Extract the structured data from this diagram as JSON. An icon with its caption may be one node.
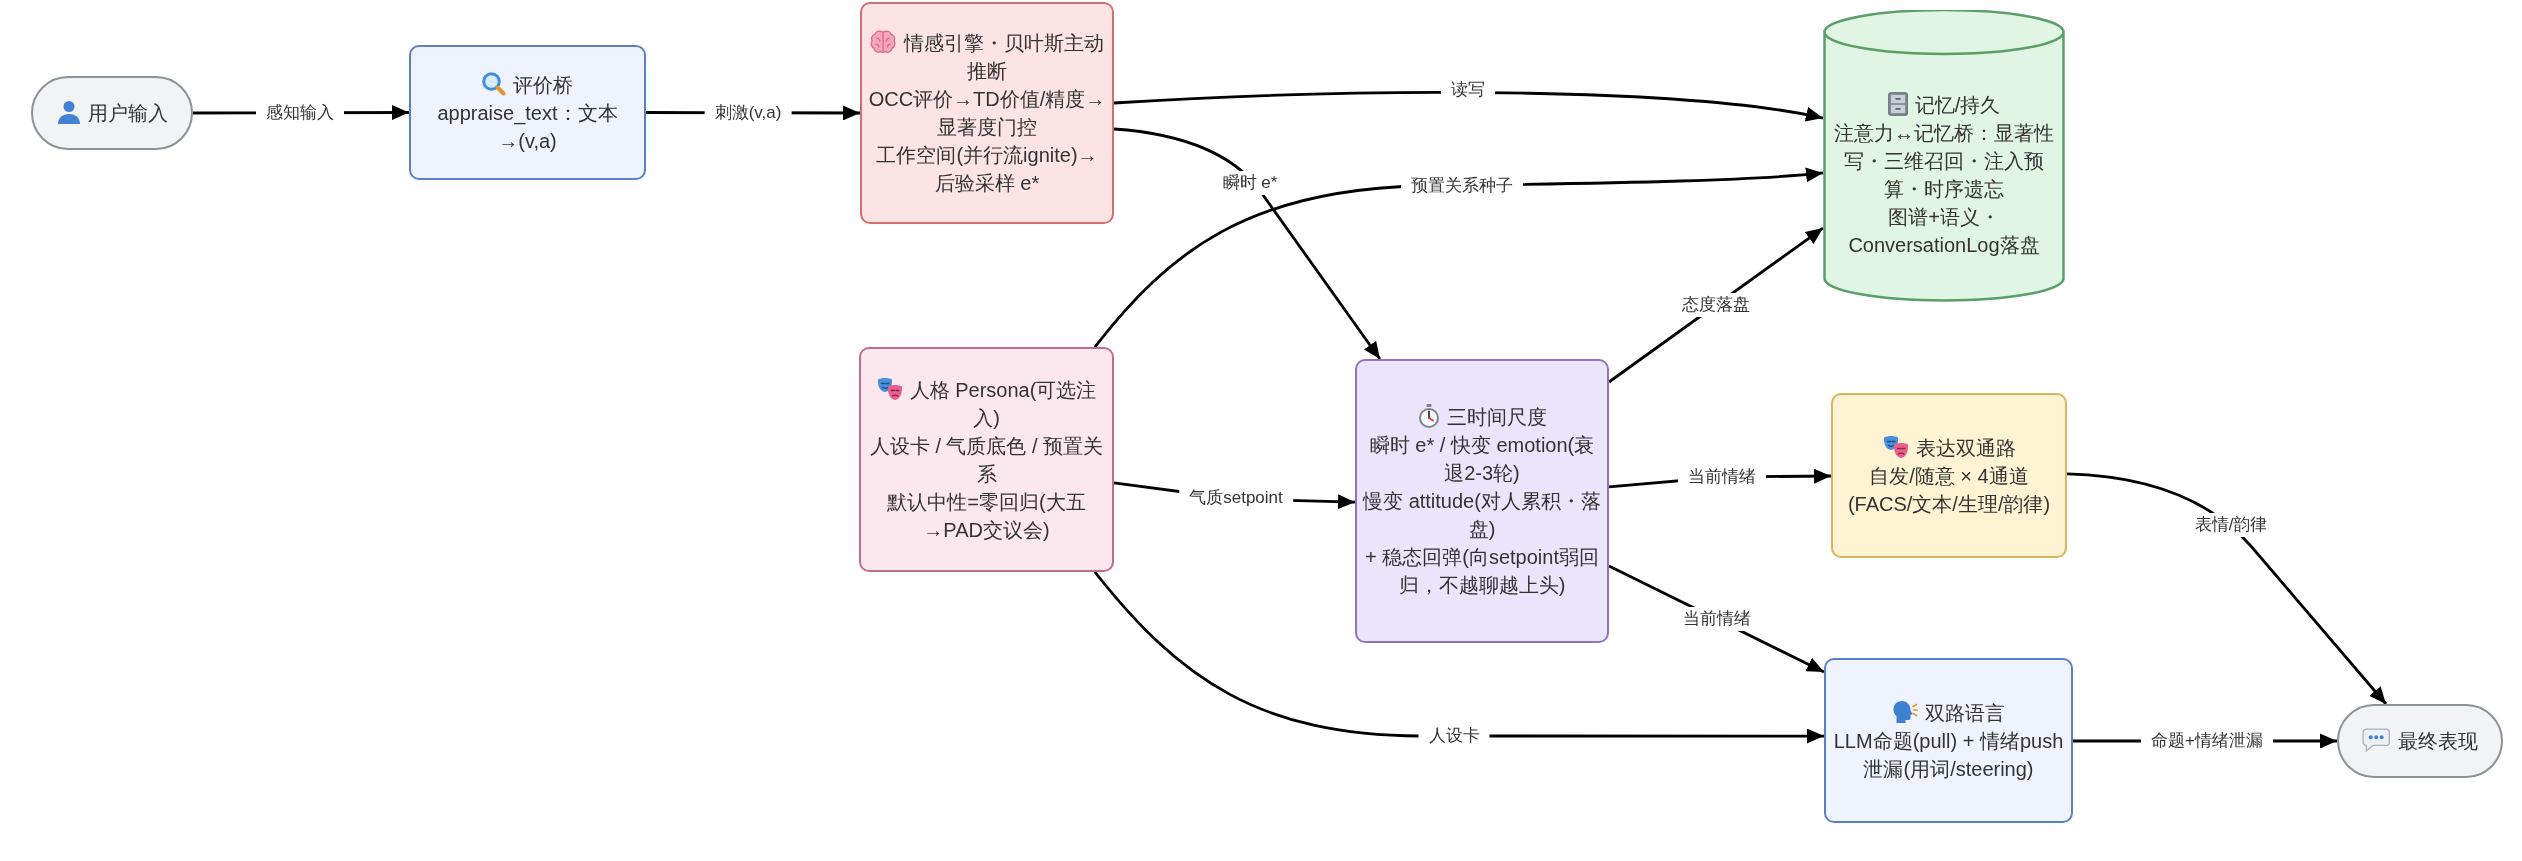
{
  "diagram": {
    "nodes": [
      {
        "text": [
          "用户输入"
        ]
      },
      {
        "text": [
          "评价桥",
          "appraise_text：文本→(v,a)"
        ]
      },
      {
        "text": [
          "情感引擎・贝叶斯主动推断",
          "OCC评价→TD价值/精度→显著度门控",
          "工作空间(并行流ignite)→后验采样 e*"
        ]
      },
      {
        "text": [
          "记忆/持久",
          "注意力↔记忆桥：显著性写・三维召回・注入预算・时序遗忘",
          "图谱+语义・ConversationLog落盘"
        ]
      },
      {
        "text": [
          "人格 Persona(可选注入)",
          "人设卡 / 气质底色 / 预置关系",
          "默认中性=零回归(大五→PAD交议会)"
        ]
      },
      {
        "text": [
          "三时间尺度",
          "瞬时 e* / 快变 emotion(衰退2-3轮)",
          "慢变 attitude(对人累积・落盘)",
          "+ 稳态回弹(向setpoint弱回归，不越聊越上头)"
        ]
      },
      {
        "text": [
          "表达双通路",
          "自发/随意 × 4通道(FACS/文本/生理/韵律)"
        ]
      },
      {
        "text": [
          "双路语言",
          "LLM命题(pull) + 情绪push泄漏(用词/steering)"
        ]
      },
      {
        "text": [
          "最终表现"
        ]
      }
    ],
    "edges": [
      {
        "from": 0,
        "to": 1,
        "arrow": "to",
        "label": "感知输入"
      },
      {
        "from": 1,
        "to": 2,
        "arrow": "to",
        "label": "刺激(v,a)"
      },
      {
        "from": 2,
        "to": 3,
        "arrow": "to",
        "label": "读写"
      },
      {
        "from": 2,
        "to": 5,
        "arrow": "to",
        "label": "瞬时 e*"
      },
      {
        "from": 4,
        "to": 3,
        "arrow": "to",
        "label": "预置关系种子"
      },
      {
        "from": 5,
        "to": 3,
        "arrow": "to",
        "label": "态度落盘"
      },
      {
        "from": 4,
        "to": 5,
        "arrow": "to",
        "label": "气质setpoint"
      },
      {
        "from": 5,
        "to": 6,
        "arrow": "to",
        "label": "当前情绪"
      },
      {
        "from": 5,
        "to": 7,
        "arrow": "to",
        "label": "当前情绪"
      },
      {
        "from": 4,
        "to": 7,
        "arrow": "to",
        "label": "人设卡"
      },
      {
        "from": 6,
        "to": 8,
        "arrow": "to",
        "label": "表情/韵律"
      },
      {
        "from": 7,
        "to": 8,
        "arrow": "to",
        "label": "命题+情绪泄漏"
      }
    ]
  }
}
